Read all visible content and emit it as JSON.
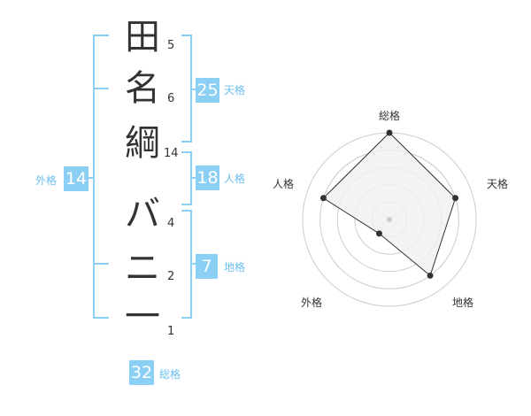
{
  "name_chars": [
    {
      "char": "田",
      "strokes": "5"
    },
    {
      "char": "名",
      "strokes": "6"
    },
    {
      "char": "綱",
      "strokes": "14"
    },
    {
      "char": "バ",
      "strokes": "4"
    },
    {
      "char": "ニ",
      "strokes": "2"
    },
    {
      "char": "一",
      "strokes": "1"
    }
  ],
  "fortunes": {
    "tenkaku": {
      "value": "25",
      "label": "天格"
    },
    "jinkaku": {
      "value": "18",
      "label": "人格"
    },
    "chikaku": {
      "value": "7",
      "label": "地格"
    },
    "gaikaku": {
      "value": "14",
      "label": "外格"
    },
    "soukaku": {
      "value": "32",
      "label": "総格"
    }
  },
  "radar": {
    "labels": [
      "総格",
      "天格",
      "地格",
      "外格",
      "人格"
    ],
    "values": [
      5,
      4,
      4,
      1,
      4
    ],
    "max": 5,
    "colors": {
      "fill": "#f0f0f0",
      "stroke": "#333333",
      "grid": "#cccccc",
      "bracket": "#8ccff5"
    }
  }
}
